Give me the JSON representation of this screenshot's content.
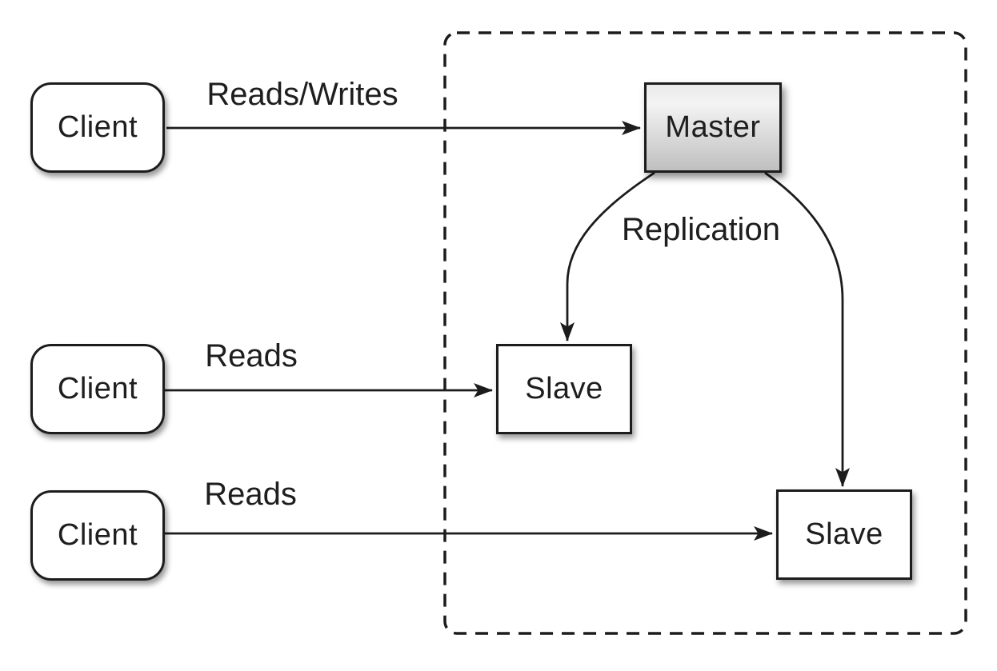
{
  "diagram": {
    "description": "Master-slave database replication diagram",
    "nodes": {
      "client1": {
        "label": "Client"
      },
      "client2": {
        "label": "Client"
      },
      "client3": {
        "label": "Client"
      },
      "master": {
        "label": "Master"
      },
      "slave1": {
        "label": "Slave"
      },
      "slave2": {
        "label": "Slave"
      }
    },
    "edges": {
      "client1_master": {
        "label": "Reads/Writes"
      },
      "client2_slave1": {
        "label": "Reads"
      },
      "client3_slave2": {
        "label": "Reads"
      },
      "master_slaves": {
        "label": "Replication"
      }
    },
    "colors": {
      "background": "#ffffff",
      "line": "#1c1c1c",
      "box_border": "#1c1c1c",
      "node_fill": "#ffffff",
      "master_fill_top": "#f0f0f0",
      "master_fill_bottom": "#bfbfbf",
      "text": "#1e1e1e"
    }
  }
}
